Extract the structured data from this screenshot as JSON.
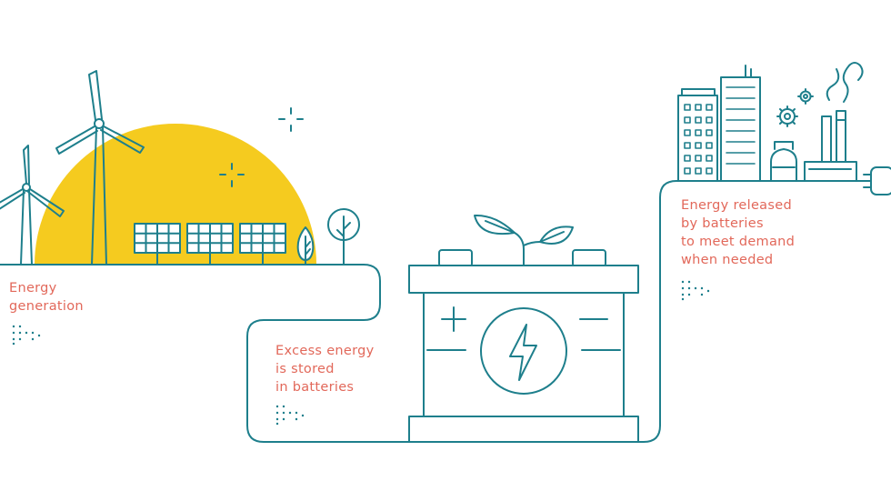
{
  "steps": [
    {
      "lines": [
        "Energy",
        "generation"
      ]
    },
    {
      "lines": [
        "Excess energy",
        "is stored",
        "in batteries"
      ]
    },
    {
      "lines": [
        "Energy released",
        "by batteries",
        "to meet demand",
        "when needed"
      ]
    }
  ],
  "colors": {
    "line": "#1e7f8c",
    "sun": "#f5cb1f",
    "label": "#e2685a",
    "background": "#ffffff"
  },
  "icons": [
    "wind-turbine-icon",
    "solar-panel-icon",
    "tree-icon",
    "sparkle-icon",
    "battery-icon",
    "lightning-bolt-icon",
    "plant-icon",
    "office-building-icon",
    "factory-icon",
    "gear-icon",
    "power-plug-icon"
  ]
}
